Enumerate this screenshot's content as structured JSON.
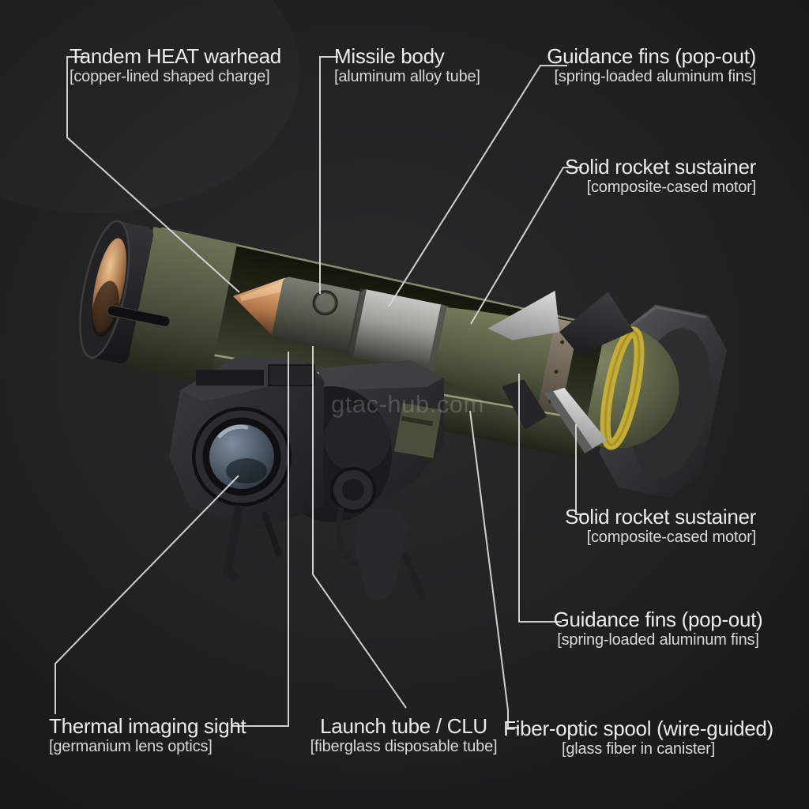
{
  "watermark": {
    "text": "gtac-hub.com"
  },
  "labels": [
    {
      "id": "warhead",
      "title": "Tandem HEAT warhead",
      "subtitle": "[copper-lined shaped charge]"
    },
    {
      "id": "missile-body",
      "title": "Missile body",
      "subtitle": "[aluminum alloy tube]"
    },
    {
      "id": "guidance-fins-top",
      "title": "Guidance fins (pop-out)",
      "subtitle": "[spring-loaded aluminum fins]"
    },
    {
      "id": "sustainer-top",
      "title": "Solid rocket sustainer",
      "subtitle": "[composite-cased motor]"
    },
    {
      "id": "sustainer-bottom",
      "title": "Solid rocket sustainer",
      "subtitle": "[composite-cased motor]"
    },
    {
      "id": "guidance-fins-bottom",
      "title": "Guidance fins (pop-out)",
      "subtitle": "[spring-loaded aluminum fins]"
    },
    {
      "id": "thermal-sight",
      "title": "Thermal imaging sight",
      "subtitle": "[germanium lens optics]"
    },
    {
      "id": "launch-tube",
      "title": "Launch tube / CLU",
      "subtitle": "[fiberglass disposable tube]"
    },
    {
      "id": "fiber-optic-spool",
      "title": "Fiber-optic spool (wire-guided)",
      "subtitle": "[glass fiber in canister]"
    }
  ],
  "colors": {
    "background": "#222223",
    "label_text": "#ececec",
    "label_subtext": "#d8d8d8",
    "leader_line": "#d9d9d9",
    "tube_olive": "#4d5340",
    "cut_edge_sage": "#9ba183",
    "warhead_copper": "#c08a5a",
    "missile_aluminum": "#9fa19b",
    "sustainer_olive": "#5a6145",
    "stripe_yellow": "#c4ac35",
    "rear_cap_gray": "#39393b",
    "clu_housing": "#2b2b2d",
    "lens_glass": "#46525e",
    "watermark": "rgba(218,218,218,0.22)"
  }
}
